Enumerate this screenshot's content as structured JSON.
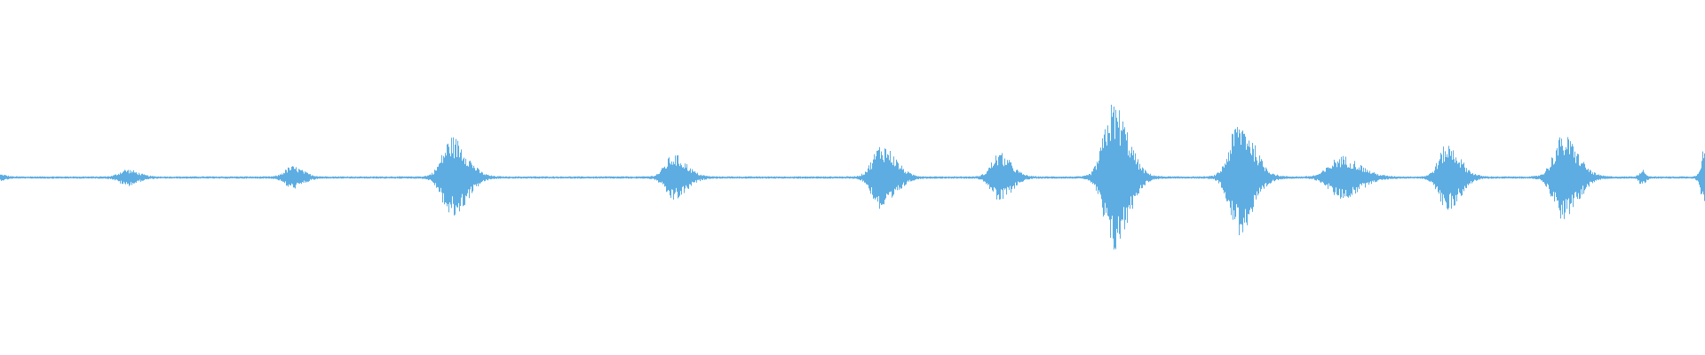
{
  "waveform": {
    "color": "#5dade2",
    "background": "#ffffff",
    "amplitude_scale": 1.0,
    "bursts": [
      {
        "t": 0.0,
        "width": 0.006,
        "peak": 0.015
      },
      {
        "t": 0.074,
        "width": 0.012,
        "peak": 0.05
      },
      {
        "t": 0.171,
        "width": 0.012,
        "peak": 0.07
      },
      {
        "t": 0.265,
        "width": 0.016,
        "peak": 0.27
      },
      {
        "t": 0.395,
        "width": 0.014,
        "peak": 0.15
      },
      {
        "t": 0.517,
        "width": 0.015,
        "peak": 0.22
      },
      {
        "t": 0.586,
        "width": 0.013,
        "peak": 0.16
      },
      {
        "t": 0.653,
        "width": 0.016,
        "peak": 0.5
      },
      {
        "t": 0.727,
        "width": 0.016,
        "peak": 0.38
      },
      {
        "t": 0.787,
        "width": 0.02,
        "peak": 0.14
      },
      {
        "t": 0.849,
        "width": 0.014,
        "peak": 0.22
      },
      {
        "t": 0.917,
        "width": 0.016,
        "peak": 0.28
      },
      {
        "t": 0.963,
        "width": 0.004,
        "peak": 0.05
      },
      {
        "t": 1.0,
        "width": 0.006,
        "peak": 0.2
      }
    ]
  }
}
